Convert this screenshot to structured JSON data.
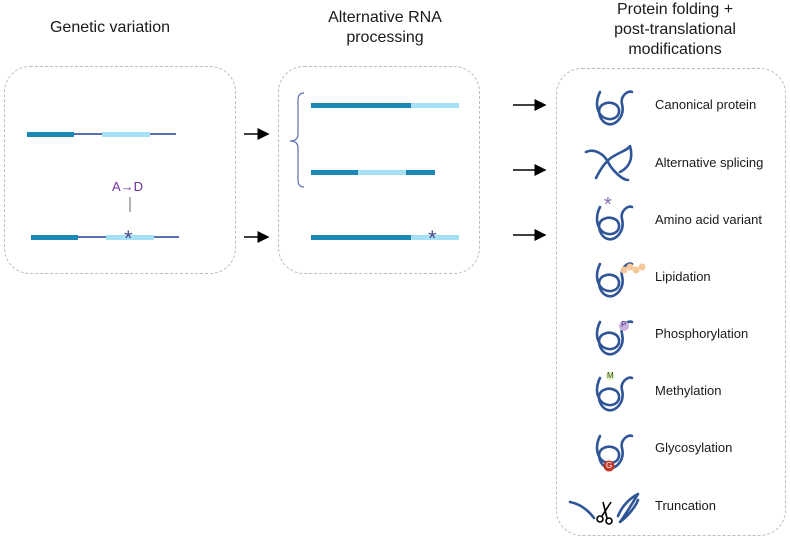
{
  "columns": {
    "genetic": {
      "title": "Genetic variation",
      "mutation_label": "A→D",
      "asterisk": "*"
    },
    "rna": {
      "title_line1": "Alternative RNA",
      "title_line2": "processing",
      "asterisk": "*"
    },
    "protein": {
      "title_line1": "Protein folding +",
      "title_line2": "post-translational",
      "title_line3": "modifications",
      "items": [
        {
          "label": "Canonical protein",
          "icon": "canonical-protein-icon"
        },
        {
          "label": "Alternative splicing",
          "icon": "alternative-splicing-protein-icon"
        },
        {
          "label": "Amino acid variant",
          "icon": "amino-acid-variant-protein-icon",
          "mark": "*"
        },
        {
          "label": "Lipidation",
          "icon": "lipidation-protein-icon"
        },
        {
          "label": "Phosphorylation",
          "icon": "phosphorylation-protein-icon",
          "mark": "P"
        },
        {
          "label": "Methylation",
          "icon": "methylation-protein-icon",
          "mark": "M"
        },
        {
          "label": "Glycosylation",
          "icon": "glycosylation-protein-icon",
          "mark": "G"
        },
        {
          "label": "Truncation",
          "icon": "truncation-protein-icon"
        }
      ]
    }
  },
  "colors": {
    "exon_dark": "#1a87b5",
    "exon_light": "#a6e2f5",
    "intron": "#5b6fb0",
    "protein": "#2f5597",
    "mutation": "#7030a0",
    "arrow": "#000000",
    "panel_border": "#bdbdbd"
  }
}
